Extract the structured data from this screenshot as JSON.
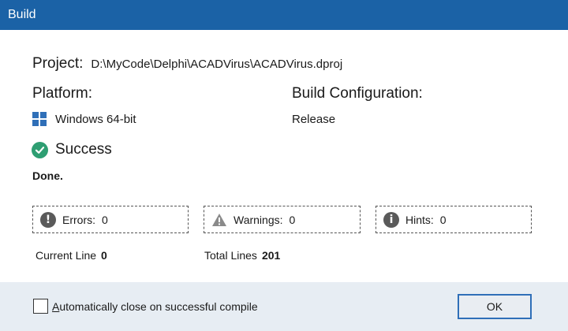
{
  "window": {
    "title": "Build"
  },
  "project": {
    "label": "Project:",
    "path": "D:\\MyCode\\Delphi\\ACADVirus\\ACADVirus.dproj"
  },
  "platform": {
    "label": "Platform:",
    "value": "Windows 64-bit",
    "icon": "windows-icon"
  },
  "configuration": {
    "label": "Build Configuration:",
    "value": "Release"
  },
  "status": {
    "text": "Success",
    "icon": "check-circle-icon",
    "color": "#2e9e72",
    "message": "Done."
  },
  "stats": {
    "errors": {
      "label": "Errors:",
      "value": "0",
      "icon": "error-circle-icon"
    },
    "warnings": {
      "label": "Warnings:",
      "value": "0",
      "icon": "warning-triangle-icon"
    },
    "hints": {
      "label": "Hints:",
      "value": "0",
      "icon": "info-circle-icon"
    }
  },
  "lines": {
    "current_label": "Current Line",
    "current_value": "0",
    "total_label": "Total Lines",
    "total_value": "201"
  },
  "footer": {
    "auto_close_label_first": "A",
    "auto_close_label_rest": "utomatically close on successful compile",
    "auto_close_checked": false,
    "ok_label": "OK"
  },
  "colors": {
    "titlebar": "#1b62a6",
    "accent": "#2f6fb8",
    "footer_bg": "#e7edf3"
  }
}
